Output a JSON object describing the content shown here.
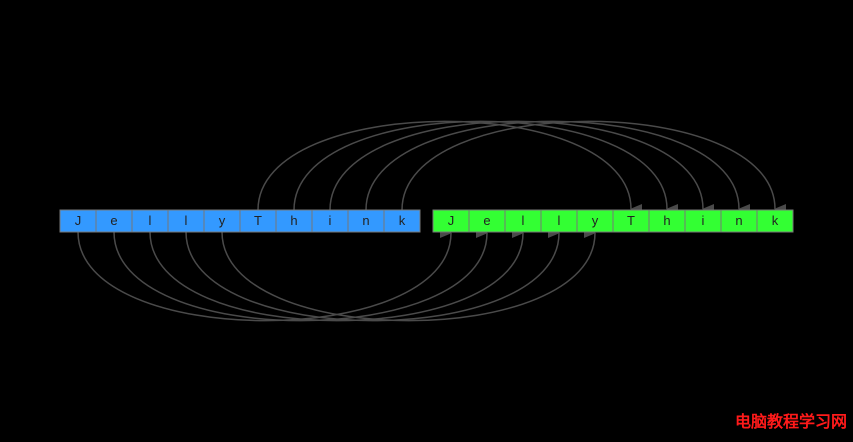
{
  "colors": {
    "background": "#000000",
    "source_fill": "#3399ff",
    "target_fill": "#33ff33",
    "cell_border": "#777777",
    "connector": "#4a4a4a",
    "watermark": "#ff1a1a"
  },
  "source_array": {
    "cells": [
      "J",
      "e",
      "l",
      "l",
      "y",
      "T",
      "h",
      "i",
      "n",
      "k"
    ]
  },
  "target_array": {
    "cells": [
      "J",
      "e",
      "l",
      "l",
      "y",
      "T",
      "h",
      "i",
      "n",
      "k"
    ]
  },
  "mappings": {
    "lower": [
      [
        0,
        0
      ],
      [
        1,
        1
      ],
      [
        2,
        2
      ],
      [
        3,
        3
      ],
      [
        4,
        4
      ]
    ],
    "upper": [
      [
        5,
        5
      ],
      [
        6,
        6
      ],
      [
        7,
        7
      ],
      [
        8,
        8
      ],
      [
        9,
        9
      ]
    ]
  },
  "watermark": "电脑教程学习网"
}
